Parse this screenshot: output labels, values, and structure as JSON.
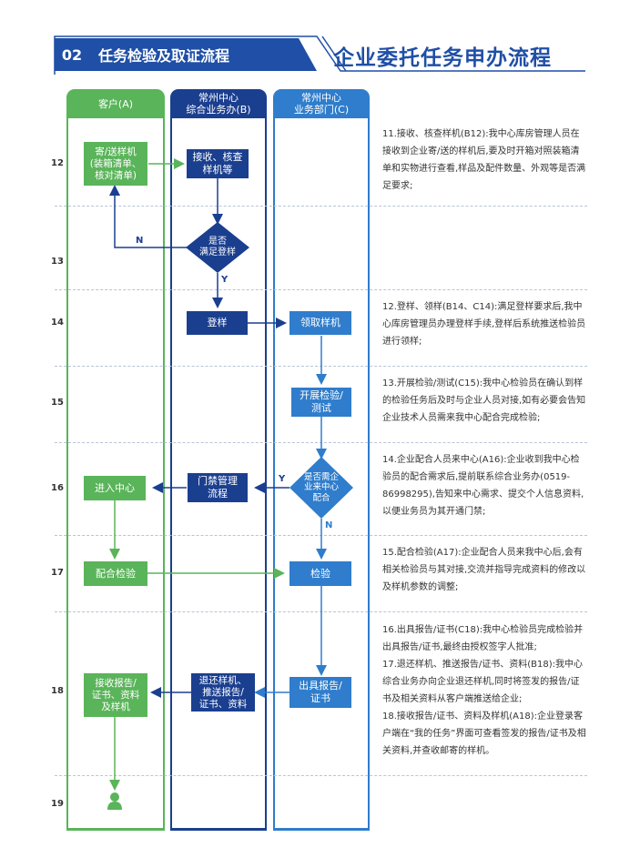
{
  "header": {
    "number": "02",
    "section_title": "任务检验及取证流程",
    "page_title": "企业委托任务申办流程"
  },
  "lanes": [
    {
      "label": "客户(A)",
      "color": "#5ab45a"
    },
    {
      "label": "常州中心\n综合业务办(B)",
      "color": "#1b3f8f"
    },
    {
      "label": "常州中心\n业务部门(C)",
      "color": "#2f7dcc"
    }
  ],
  "rows": [
    "12",
    "13",
    "14",
    "15",
    "16",
    "17",
    "18",
    "19"
  ],
  "nodes": {
    "send_sample": "寄/送样机\n(装箱清单、\n核对清单)",
    "receive_check": "接收、核查\n样机等",
    "meets_reg": "是否\n满足登样",
    "register": "登样",
    "collect_sample": "领取样机",
    "test": "开展检验/\n测试",
    "need_enterprise": "是否需企\n业来中心\n配合",
    "access_flow": "门禁管理\n流程",
    "enter_center": "进入中心",
    "cooperate": "配合检验",
    "inspect": "检验",
    "issue_report": "出具报告/\n证书",
    "return_samples": "退还样机、\n推送报告/\n证书、资料",
    "receive_report": "接收报告/\n证书、资料\n及样机"
  },
  "labels": {
    "n1": "N",
    "y1": "Y",
    "y2": "Y",
    "n2": "N"
  },
  "notes": {
    "r12": "11.接收、核查样机(B12):我中心库房管理人员在接收到企业寄/送的样机后,要及时开箱对照装箱清单和实物进行查看,样品及配件数量、外观等是否满足要求;",
    "r14": "12.登样、领样(B14、C14):满足登样要求后,我中心库房管理员办理登样手续,登样后系统推送检验员进行领样;",
    "r15": "13.开展检验/测试(C15):我中心检验员在确认到样的检验任务后及时与企业人员对接,如有必要会告知企业技术人员需来我中心配合完成检验;",
    "r16": "14.企业配合人员来中心(A16):企业收到我中心检验员的配合需求后,提前联系综合业务办(0519-86998295),告知来中心需求、提交个人信息资料,以便业务员为其开通门禁;",
    "r17": "15.配合检验(A17):企业配合人员来我中心后,会有相关检验员与其对接,交流并指导完成资料的修改以及样机参数的调整;",
    "r18a": "16.出具报告/证书(C18):我中心检验员完成检验并出具报告/证书,最终由授权签字人批准;",
    "r18b": "17.退还样机、推送报告/证书、资料(B18):我中心综合业务办向企业退还样机,同时将签发的报告/证书及相关资料从客户端推送给企业;",
    "r18c": "18.接收报告/证书、资料及样机(A18):企业登录客户端在“我的任务”界面可查看签发的报告/证书及相关资料,并查收邮寄的样机。"
  },
  "colors": {
    "green": "#5ab45a",
    "navy": "#1b3f8f",
    "blue": "#2f7dcc",
    "header": "#1f4fa6"
  }
}
